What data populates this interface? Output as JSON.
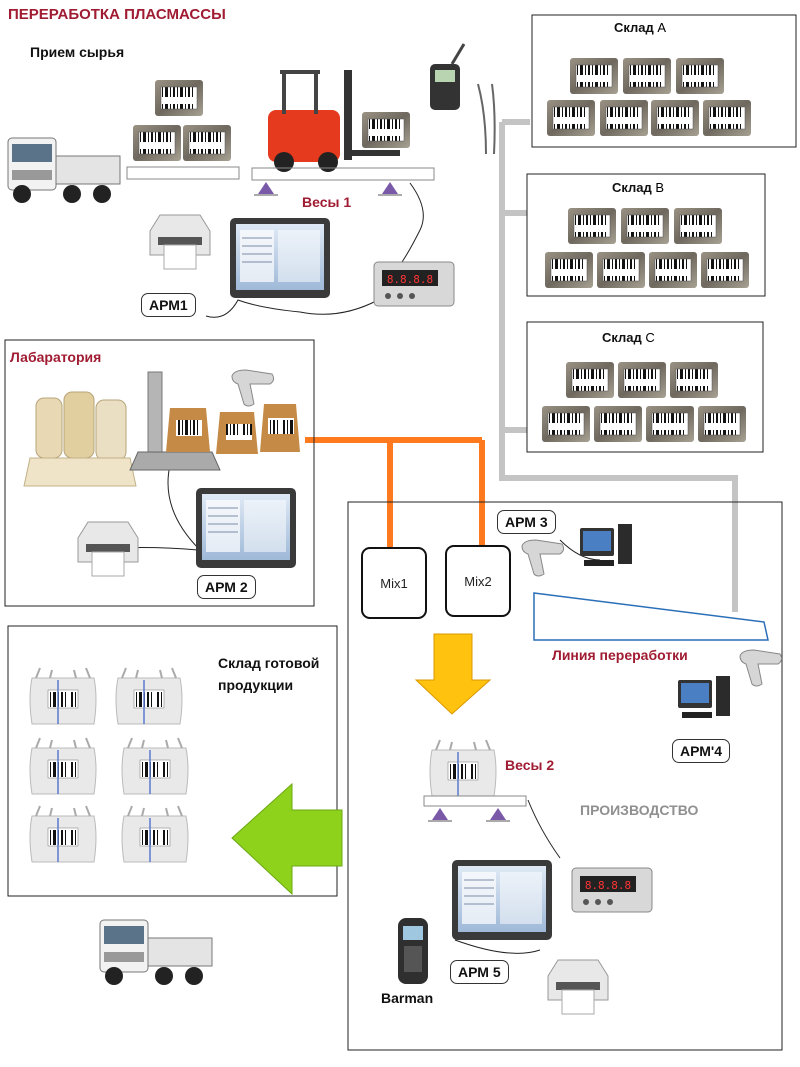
{
  "title": "ПЕРЕРАБОТКА ПЛАСМАССЫ",
  "receiving": {
    "label": "Прием сырья"
  },
  "scale1": {
    "label": "Весы 1"
  },
  "arm1": {
    "label": "АРМ1"
  },
  "warehouses": [
    {
      "name": "Склад",
      "letter": "A"
    },
    {
      "name": "Склад",
      "letter": "B"
    },
    {
      "name": "Склад",
      "letter": "C"
    }
  ],
  "lab": {
    "label": "Лабаратория"
  },
  "arm2": {
    "label": "АРМ 2"
  },
  "arm3": {
    "label": "АРМ 3"
  },
  "mix1": {
    "label": "Mix1"
  },
  "mix2": {
    "label": "Mix2"
  },
  "line": {
    "label": "Линия переработки"
  },
  "arm4": {
    "label": "АРМ'4"
  },
  "finished": {
    "label_line1": "Склад готовой",
    "label_line2": "продукции"
  },
  "scale2": {
    "label": "Весы 2"
  },
  "production": {
    "label": "ПРОИЗВОДСТВО"
  },
  "arm5": {
    "label": "АРМ 5"
  },
  "barman": {
    "label": "Barman"
  },
  "colors": {
    "title": "#a01c32",
    "orange": "#ff7a1f",
    "gray": "#c4c4c4",
    "yellow": "#ffc20e",
    "green": "#8fd21c",
    "line_blue": "#2a6fb8"
  }
}
